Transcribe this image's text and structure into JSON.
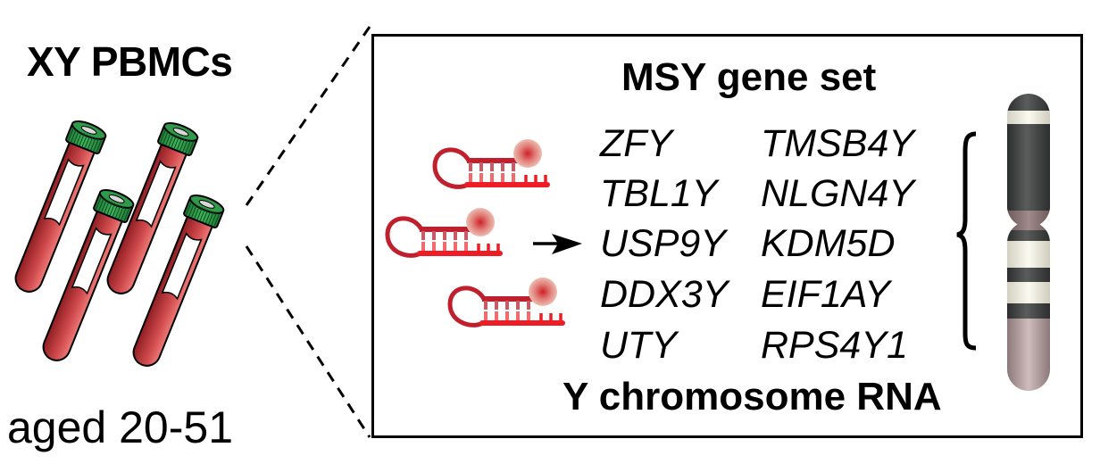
{
  "sample": {
    "title": "XY PBMCs",
    "age_label": "aged 20-51",
    "tube_count": 4
  },
  "panel": {
    "title": "MSY gene set",
    "footer": "Y chromosome RNA",
    "genes_left": [
      "ZFY",
      "TBL1Y",
      "USP9Y",
      "DDX3Y",
      "UTY"
    ],
    "genes_right": [
      "TMSB4Y",
      "NLGN4Y",
      "KDM5D",
      "EIF1AY",
      "RPS4Y1"
    ],
    "probe_count": 3
  },
  "icons": {
    "tubes": "blood-tube-icon",
    "probes": "hairpin-probe-icon",
    "arrow": "arrow-right-icon",
    "brace": "curly-brace-icon",
    "chromosome": "y-chromosome-icon"
  },
  "colors": {
    "tube_red": "#c0393b",
    "tube_cap": "#2f9a4a",
    "probe_dark": "#c0202e",
    "probe_light": "#ee1c25",
    "chrom_dark": "#3d3f3f",
    "chrom_light": "#ecebdf",
    "chrom_lower": "#a99596"
  }
}
